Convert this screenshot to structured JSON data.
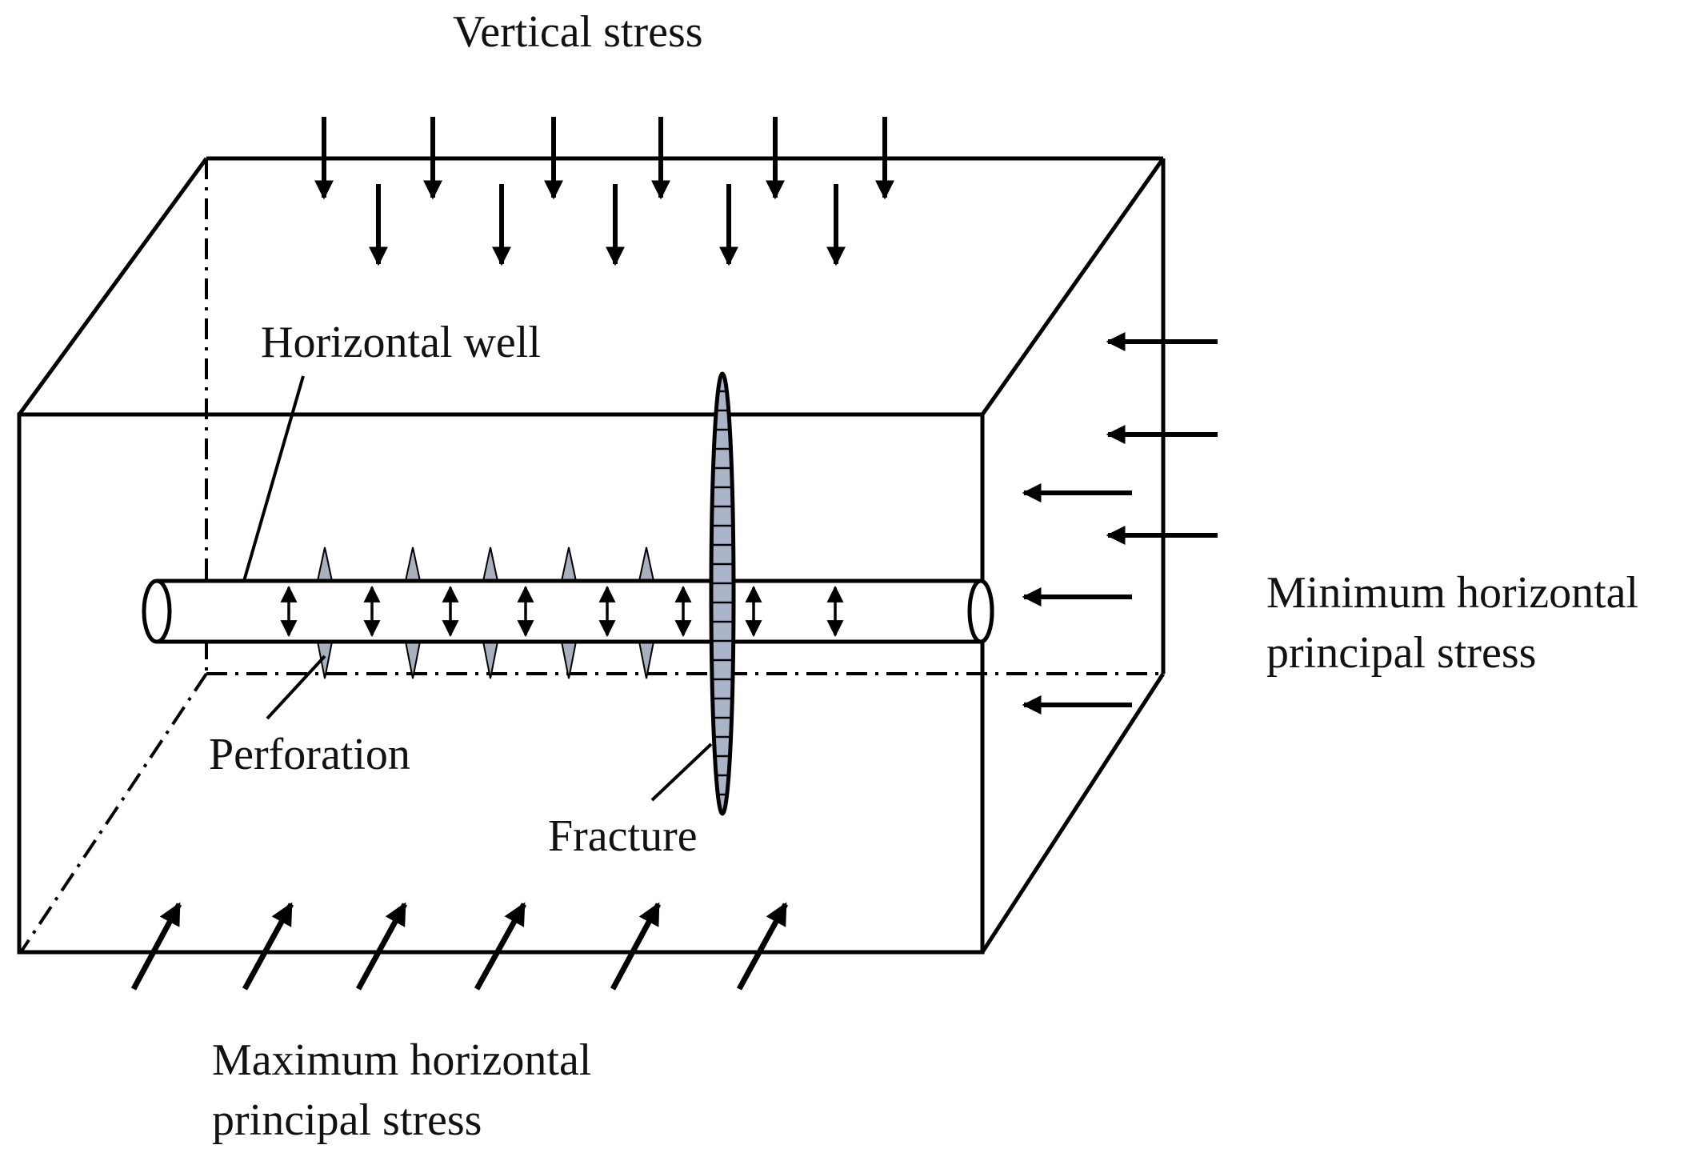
{
  "labels": {
    "vertical_stress": "Vertical stress",
    "horizontal_well": "Horizontal well",
    "perforation": "Perforation",
    "fracture": "Fracture",
    "min_stress_line1": "Minimum horizontal",
    "min_stress_line2": "principal stress",
    "max_stress_line1": "Maximum horizontal",
    "max_stress_line2": "principal stress"
  },
  "colors": {
    "line": "#000000",
    "fracture_fill": "#aab4c8",
    "perforation_fill": "#a8b0c0",
    "background": "#ffffff"
  },
  "icons": {
    "stress_arrow": "arrow-icon",
    "perforation_arrow": "double-arrow-icon"
  }
}
